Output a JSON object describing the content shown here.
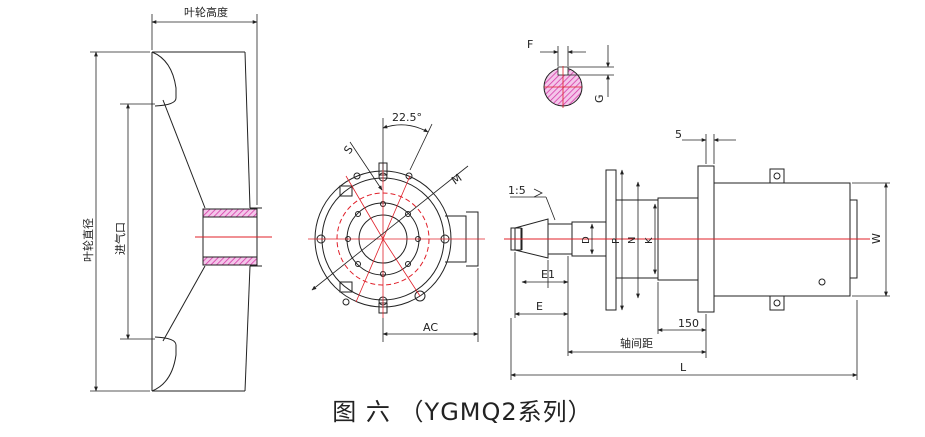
{
  "labels": {
    "impeller_height": "叶轮高度",
    "impeller_diameter": "叶轮直径",
    "inlet": "进气口",
    "angle": "22.5°",
    "s": "S",
    "m": "M",
    "ac": "AC",
    "f": "F",
    "g": "G",
    "five": "5",
    "taper": "1:5",
    "d": "D",
    "p": "P",
    "n": "N",
    "k": "K",
    "w": "W",
    "e1": "E1",
    "e": "E",
    "one_fifty": "150",
    "shaft_distance": "轴间距",
    "l": "L"
  },
  "caption": "图 六 （YGMQ2系列）",
  "colors": {
    "line": "#222222",
    "centerline": "#e0202a",
    "hatch": "#d63aa8"
  }
}
